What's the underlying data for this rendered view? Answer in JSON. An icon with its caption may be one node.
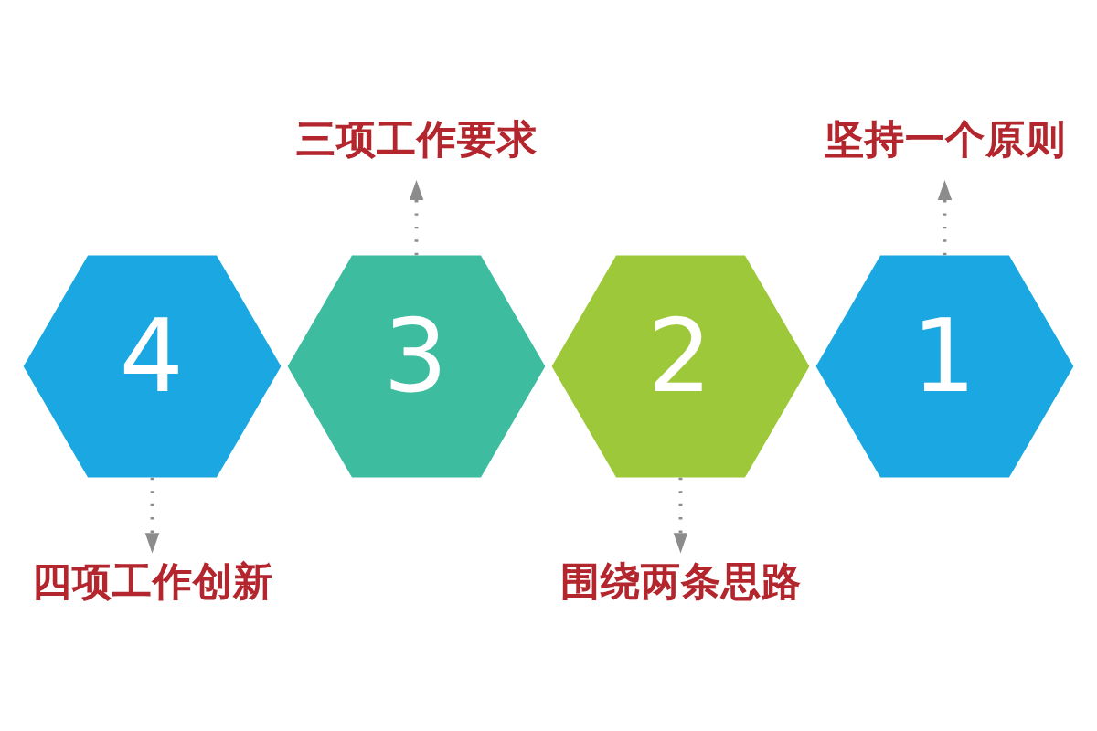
{
  "diagram": {
    "nodes": [
      {
        "text": [
          "三项工作要求"
        ]
      },
      {
        "text": [
          "坚持一个原则"
        ]
      },
      {
        "text": [
          "4"
        ]
      },
      {
        "text": [
          "3"
        ]
      },
      {
        "text": [
          "2"
        ]
      },
      {
        "text": [
          "1"
        ]
      },
      {
        "text": [
          "四项工作创新"
        ]
      },
      {
        "text": [
          "围绕两条思路"
        ]
      }
    ],
    "edges": [
      {
        "from": 2,
        "to": 6,
        "arrow": "to",
        "style": "dashed"
      },
      {
        "from": 3,
        "to": 0,
        "arrow": "to",
        "style": "dashed"
      },
      {
        "from": 4,
        "to": 7,
        "arrow": "to",
        "style": "dashed"
      },
      {
        "from": 5,
        "to": 1,
        "arrow": "to",
        "style": "dashed"
      }
    ]
  }
}
